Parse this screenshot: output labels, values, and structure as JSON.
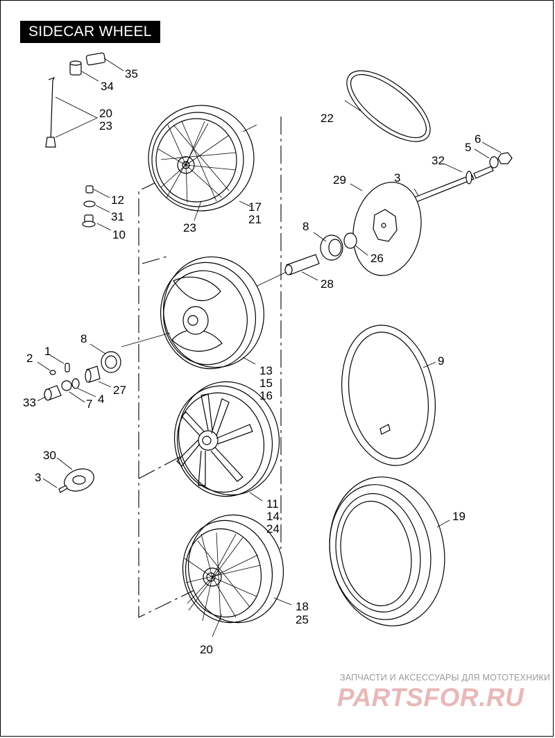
{
  "title": "SIDECAR WHEEL",
  "watermark": {
    "tagline": "ЗАПЧАСТИ И АКСЕССУАРЫ ДЛЯ МОТОТЕХНИКИ",
    "logo": "PARTSFOR.RU",
    "logo_color": "#e8b8b8"
  },
  "callouts": {
    "c35": "35",
    "c34": "34",
    "c20a": "20",
    "c23a": "23",
    "c22": "22",
    "c6": "6",
    "c5": "5",
    "c32": "32",
    "c29": "29",
    "c3a": "3",
    "c12": "12",
    "c31": "31",
    "c10": "10",
    "c17": "17",
    "c21": "21",
    "c23b": "23",
    "c8a": "8",
    "c26": "26",
    "c28": "28",
    "c1": "1",
    "c2": "2",
    "c8b": "8",
    "c13": "13",
    "c15": "15",
    "c16": "16",
    "c27": "27",
    "c4": "4",
    "c7": "7",
    "c33": "33",
    "c9": "9",
    "c30": "30",
    "c3b": "3",
    "c11": "11",
    "c14": "14",
    "c24": "24",
    "c19": "19",
    "c18": "18",
    "c25": "25",
    "c20b": "20"
  }
}
